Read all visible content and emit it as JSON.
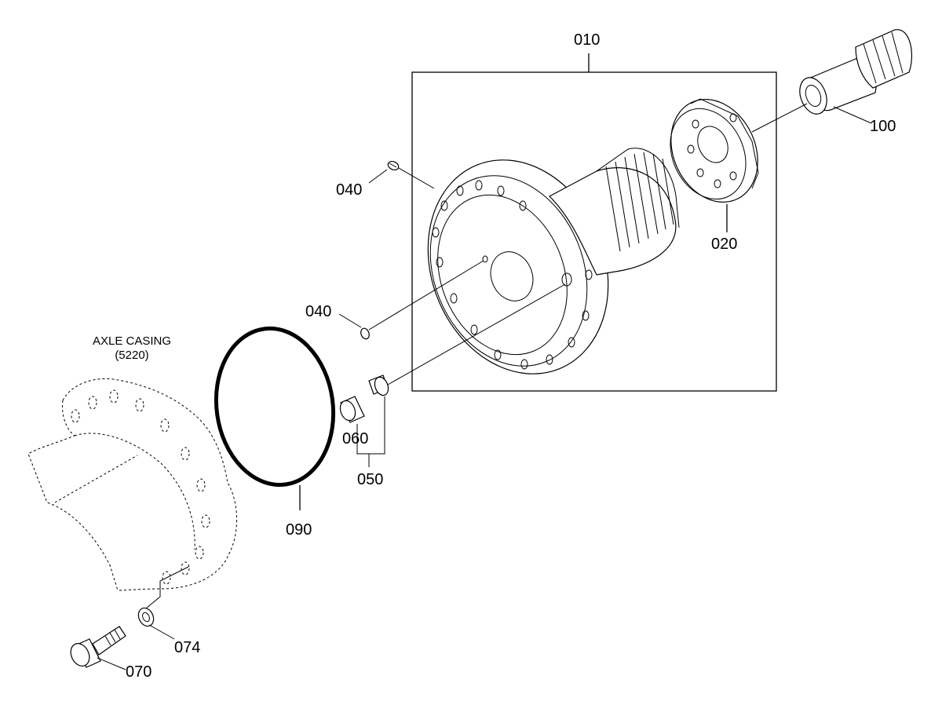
{
  "labels": {
    "p010": "010",
    "p020": "020",
    "p040a": "040",
    "p040b": "040",
    "p050": "050",
    "p060": "060",
    "p070": "070",
    "p074": "074",
    "p090": "090",
    "p100": "100",
    "axle_casing_line1": "AXLE CASING",
    "axle_casing_line2": "(5220)"
  },
  "colors": {
    "ink": "#000000",
    "background": "#ffffff"
  }
}
